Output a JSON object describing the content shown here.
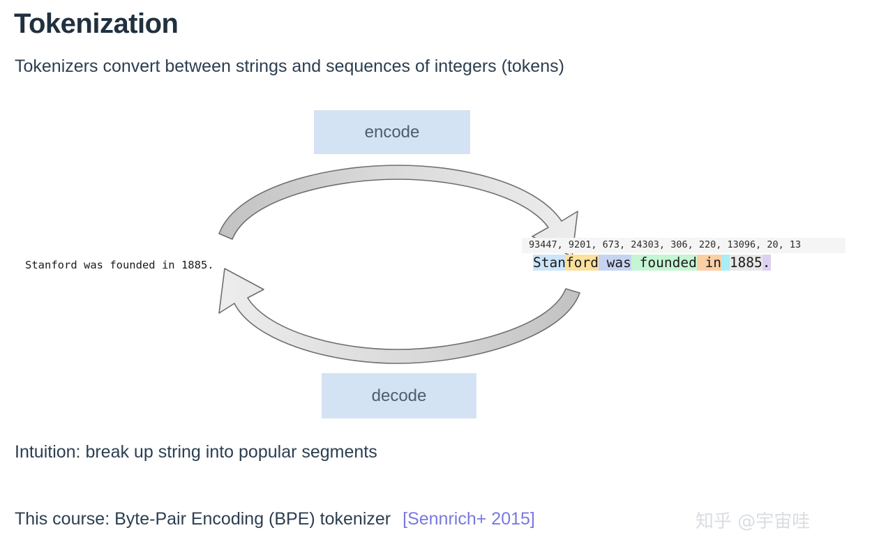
{
  "slide": {
    "title": "Tokenization",
    "subtitle": "Tokenizers convert between strings and sequences of integers (tokens)",
    "intuition": "Intuition: break up string into popular segments",
    "course_note": "This course: Byte-Pair Encoding (BPE) tokenizer",
    "citation": "[Sennrich+ 2015]"
  },
  "diagram": {
    "encode_label": "encode",
    "decode_label": "decode",
    "source_string": "Stanford was founded in 1885.",
    "top_arrow_name": "encode-arrow",
    "bottom_arrow_name": "decode-arrow"
  },
  "tokenized": {
    "token_ids": "93447, 9201, 673, 24303, 306, 220, 13096, 20, 13",
    "token_id_list": [
      93447,
      9201,
      673,
      24303,
      306,
      220,
      13096,
      20,
      13
    ],
    "segments": [
      {
        "text": "Stan",
        "color": "#cce5fa"
      },
      {
        "text": "ford",
        "color": "#fbe19b"
      },
      {
        "text": " was",
        "color": "#c6d4f2"
      },
      {
        "text": " founded",
        "color": "#c6f5d4"
      },
      {
        "text": " in",
        "color": "#fbcfa4"
      },
      {
        "text": " ",
        "color": "#a8eef5"
      },
      {
        "text": "1885",
        "color": "#e8e8e8"
      },
      {
        "text": ".",
        "color": "#ddd0f2"
      }
    ]
  },
  "colors": {
    "title": "#21303f",
    "body_text": "#2c3e50",
    "box_fill": "#d4e3f3",
    "box_text": "#4e5d6b",
    "link": "#7a78e0",
    "arrow_dark": "#c4c4c4",
    "arrow_light": "#ebebeb",
    "arrow_stroke": "#6e6e6e",
    "token_id_bg": "#f5f5f5",
    "watermark": "#d9dde1"
  },
  "watermark": {
    "text": "知乎 @宇宙哇"
  }
}
